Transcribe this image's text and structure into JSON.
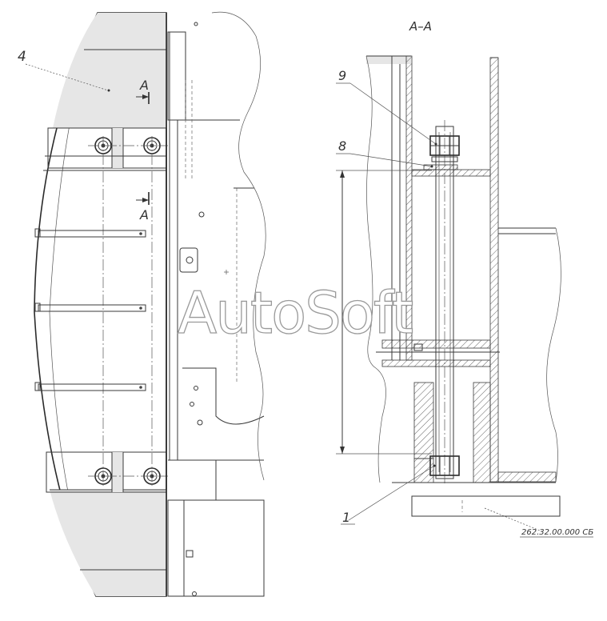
{
  "section_title": "А–А",
  "section_marks": {
    "upper": "А",
    "lower": "А"
  },
  "callouts": {
    "part_4": "4",
    "part_9": "9",
    "part_8": "8",
    "part_1": "1"
  },
  "drawing_number": "262.32.00.000 СБ",
  "watermark": "AutoSoft",
  "colors": {
    "line": "#3a3a3a",
    "shade": "#e6e6e6",
    "watermark_outline": "#9a9a9a"
  }
}
